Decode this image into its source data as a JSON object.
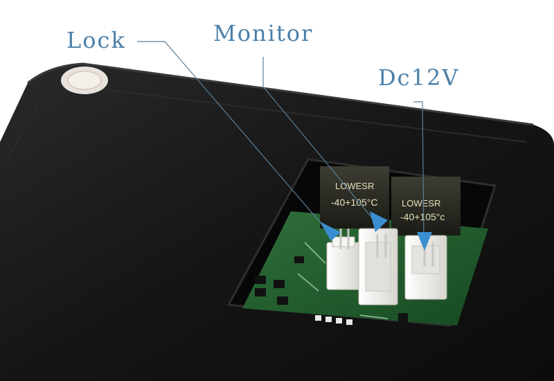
{
  "callouts": {
    "lock": "Lock",
    "monitor": "Monitor",
    "dc": "Dc12V"
  },
  "capacitor_markings": {
    "left": {
      "brand": "LOWESR",
      "rating": "-40+105°C"
    },
    "right": {
      "brand": "LOWESR",
      "rating": "-40+105°c"
    }
  },
  "colors": {
    "housing": "#161616",
    "pcb": "#1f5a2c",
    "connector": "#f1efea",
    "callout_text": "#4a7fa8",
    "arrow": "#3a8fd0"
  }
}
